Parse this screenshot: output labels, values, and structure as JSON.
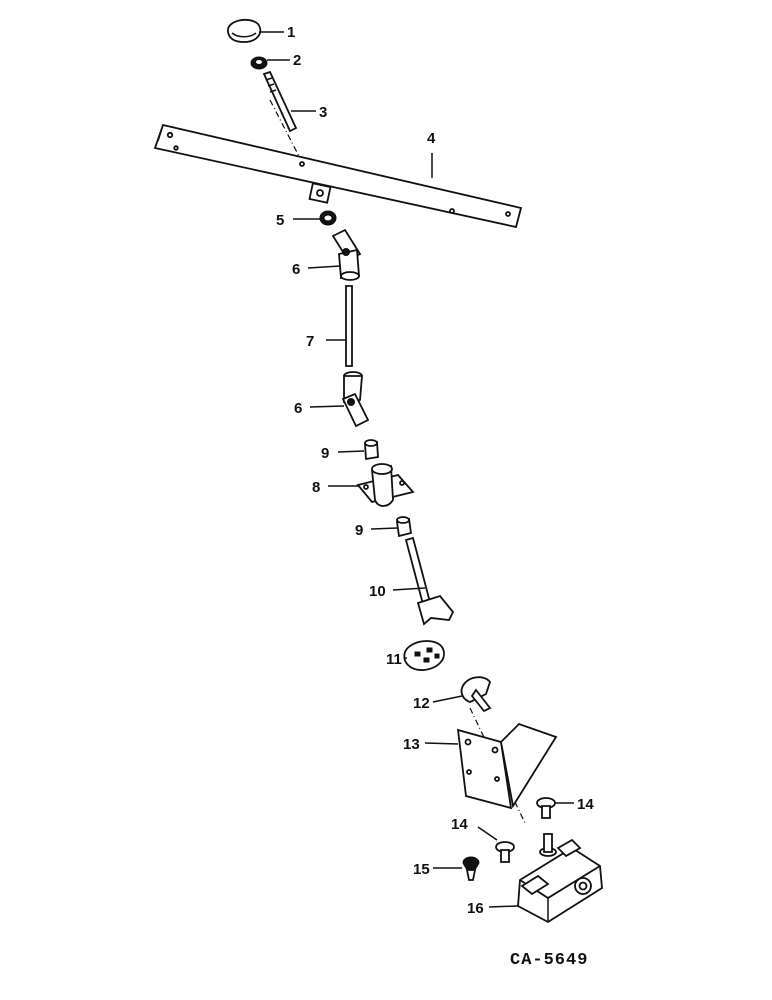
{
  "diagram": {
    "figure_id": "CA-5649",
    "callouts": {
      "c1": "1",
      "c2": "2",
      "c3": "3",
      "c4": "4",
      "c5": "5",
      "c6a": "6",
      "c7": "7",
      "c6b": "6",
      "c9a": "9",
      "c8": "8",
      "c9b": "9",
      "c10": "10",
      "c11": "11",
      "c12": "12",
      "c13": "13",
      "c14a": "14",
      "c14b": "14",
      "c15": "15",
      "c16": "16"
    }
  },
  "colors": {
    "ink": "#111111",
    "background": "#ffffff"
  }
}
